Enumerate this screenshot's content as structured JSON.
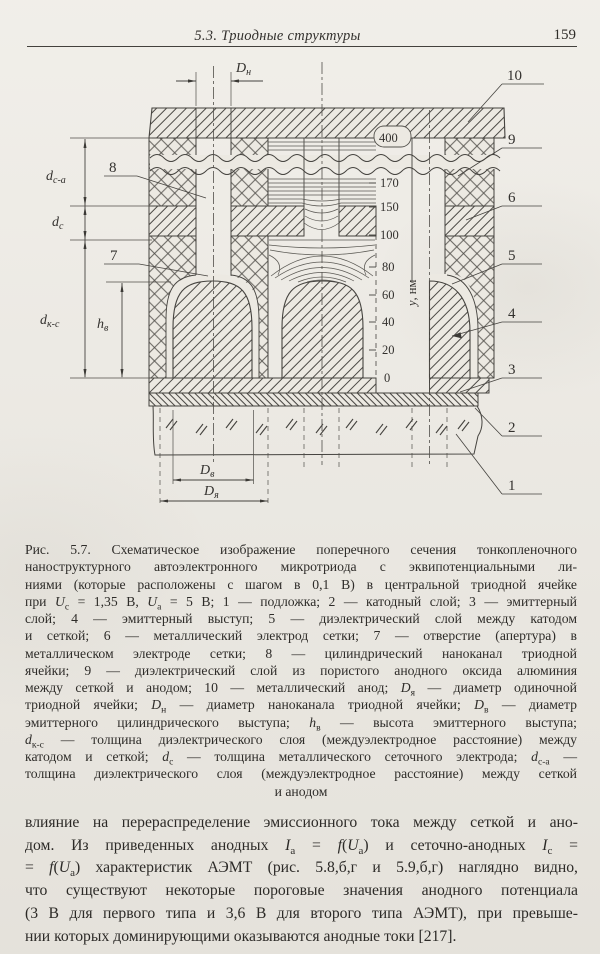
{
  "page": {
    "header": {
      "title": "5.3. Триодные структуры",
      "page_number": "159"
    }
  },
  "figure": {
    "axis": {
      "variable": "у",
      "unit": ", нм",
      "ticks": {
        "t400": "400",
        "t170": "170",
        "t150": "150",
        "t100": "100",
        "t80": "80",
        "t60": "60",
        "t40": "40",
        "t20": "20",
        "t0": "0"
      }
    },
    "dims": {
      "dn": {
        "m": "D",
        "s": "н"
      },
      "dv": {
        "m": "D",
        "s": "в"
      },
      "dya": {
        "m": "D",
        "s": "я"
      },
      "dca": {
        "m": "d",
        "s": "с-а"
      },
      "dc": {
        "m": "d",
        "s": "с"
      },
      "dkc": {
        "m": "d",
        "s": "к-с"
      },
      "hv": {
        "m": "h",
        "s": "в"
      }
    },
    "callouts": {
      "c1": "1",
      "c2": "2",
      "c3": "3",
      "c4": "4",
      "c5": "5",
      "c6": "6",
      "c7": "7",
      "c8": "8",
      "c9": "9",
      "c10": "10"
    }
  },
  "caption": {
    "lines": [
      "Рис. 5.7.  Схематическое  изображение  поперечного  сечения  тонкопленочного",
      "наноструктурного  автоэлектронного  микротриода  с  эквипотенциальными  ли-",
      "ниями (которые расположены с шагом в 0,1 В) в центральной триодной ячейке",
      "при *U*~с~ = 1,35 В, *U*~а~ = 5 В; 1 — подложка; 2 — катодный слой; 3 — эмиттерный",
      "слой;  4 — эмиттерный  выступ;  5 — диэлектрический  слой  между  катодом",
      "и сеткой;  6 — металлический  электрод  сетки;  7 — отверстие  (апертура)  в",
      "металлическом  электроде  сетки;  8 — цилиндрический  наноканал  триодной",
      "ячейки;  9 — диэлектрический слой из пористого анодного оксида алюминия",
      "между сеткой и анодом;  10 — металлический анод;  *D*~я~ — диаметр одиночной",
      "триодной ячейки;  *D*~н~ — диаметр наноканала триодной ячейки;  *D*~в~ — диаметр",
      "эмиттерного  цилиндрического  выступа;  *h*~в~ — высота  эмиттерного  выступа;",
      "*d*~к-с~ — толщина диэлектрического слоя (междуэлектродное расстояние) между",
      "катодом и сеткой;  *d*~с~ — толщина металлического сеточного электрода;  *d*~с-а~ —",
      "толщина диэлектрического слоя (междуэлектродное расстояние) между сеткой",
      "и анодом"
    ]
  },
  "body": {
    "lines": [
      "влияние на перераспределение эмиссионного тока между сеткой и ано-",
      "дом.  Из  приведенных  анодных  *I*~а~ = *f*(*U*~а~)  и  сеточно-анодных  *I*~с~ =",
      "= *f*(*U*~а~) характеристик АЭМТ (рис. 5.8,б,г и 5.9,б,г) наглядно видно,",
      "что существуют некоторые пороговые значения анодного потенциала",
      "(3 В для первого типа и 3,6 В для второго типа АЭМТ), при превыше-",
      "нии которых доминирующими оказываются анодные токи [217]."
    ]
  }
}
